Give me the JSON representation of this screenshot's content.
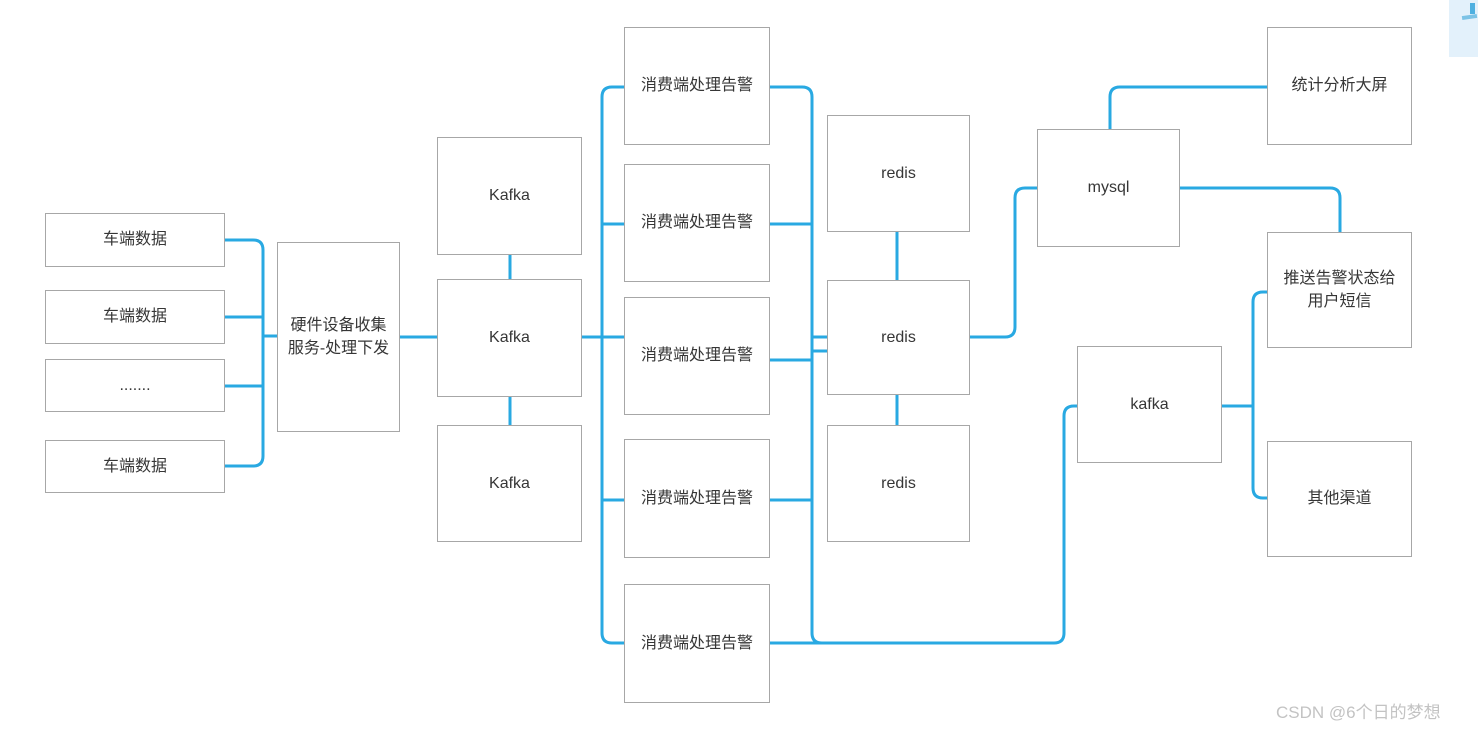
{
  "diagram": {
    "edge_color": "#29A9E2",
    "node_border_color": "#A7A7A7",
    "nodes": [
      {
        "id": "vehicle-1",
        "label": "车端数据"
      },
      {
        "id": "vehicle-2",
        "label": "车端数据"
      },
      {
        "id": "vehicle-ellipsis",
        "label": "......."
      },
      {
        "id": "vehicle-3",
        "label": "车端数据"
      },
      {
        "id": "collector",
        "label": "硬件设备收集服务-处理下发"
      },
      {
        "id": "kafka-1",
        "label": "Kafka"
      },
      {
        "id": "kafka-2",
        "label": "Kafka"
      },
      {
        "id": "kafka-3",
        "label": "Kafka"
      },
      {
        "id": "consumer-1",
        "label": "消费端处理告警"
      },
      {
        "id": "consumer-2",
        "label": "消费端处理告警"
      },
      {
        "id": "consumer-3",
        "label": "消费端处理告警"
      },
      {
        "id": "consumer-4",
        "label": "消费端处理告警"
      },
      {
        "id": "consumer-5",
        "label": "消费端处理告警"
      },
      {
        "id": "redis-1",
        "label": "redis"
      },
      {
        "id": "redis-2",
        "label": "redis"
      },
      {
        "id": "redis-3",
        "label": "redis"
      },
      {
        "id": "mysql",
        "label": "mysql"
      },
      {
        "id": "kafka-out",
        "label": "kafka"
      },
      {
        "id": "screen",
        "label": "统计分析大屏"
      },
      {
        "id": "sms",
        "label": "推送告警状态给用户短信"
      },
      {
        "id": "other",
        "label": "其他渠道"
      }
    ]
  },
  "overlay": {
    "watermark": "CSDN @6个日的梦想"
  }
}
